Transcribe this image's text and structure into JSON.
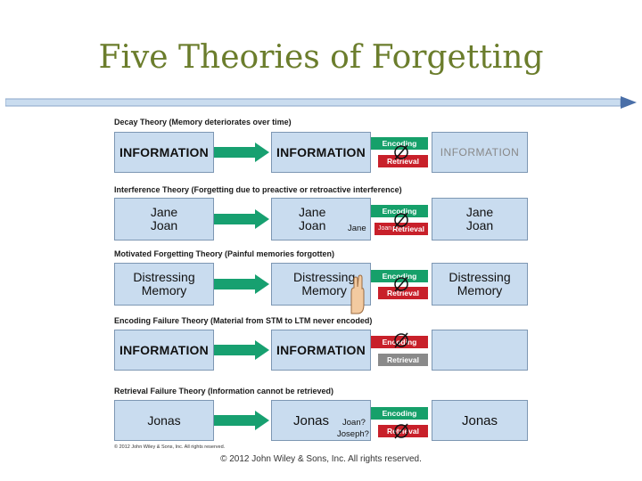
{
  "slide": {
    "title": "Five Theories of Forgetting",
    "footer": "© 2012 John Wiley & Sons, Inc. All rights reserved.",
    "figure_credit": "© 2012 John Wiley & Sons, Inc. All rights reserved."
  },
  "labels": {
    "encoding": "Encoding",
    "retrieval": "Retrieval"
  },
  "theories": {
    "decay": {
      "heading": "Decay Theory (Memory deteriorates over time)",
      "box1": "INFORMATION",
      "box2": "INFORMATION",
      "box3": "INFORMATION"
    },
    "interference": {
      "heading": "Interference Theory (Forgetting due to preactive or retroactive interference)",
      "box1": "Jane\nJoan",
      "box2": "Jane\nJoan",
      "box3": "Jane\nJoan",
      "side_name": "Jane",
      "retrieval_prefix": "Joan"
    },
    "motivated": {
      "heading": "Motivated Forgetting Theory (Painful memories forgotten)",
      "box1": "Distressing\nMemory",
      "box2": "Distressing\nMemory",
      "box3": "Distressing\nMemory"
    },
    "encoding_failure": {
      "heading": "Encoding Failure Theory (Material from STM to LTM never encoded)",
      "box1": "INFORMATION",
      "box2": "INFORMATION",
      "box3": ""
    },
    "retrieval_failure": {
      "heading": "Retrieval Failure Theory (Information cannot be retrieved)",
      "box1": "Jonas",
      "box2": "Jonas",
      "box3": "Jonas",
      "question1": "Joan?",
      "question2": "Joseph?"
    }
  },
  "colors": {
    "title": "#6b7d2c",
    "box_fill": "#c9dcef",
    "forward_arrow": "#17a070",
    "encoding": "#16a06a",
    "retrieval": "#c8202a",
    "retrieval_blocked": "#8a8a8a",
    "rule_bar": "#c9dcef",
    "rule_arrow": "#4a6fa8"
  },
  "icons": {
    "forward_arrow": "teal-right-arrow",
    "null": "crossed-circle-icon",
    "hand": "raised-hand-icon"
  }
}
